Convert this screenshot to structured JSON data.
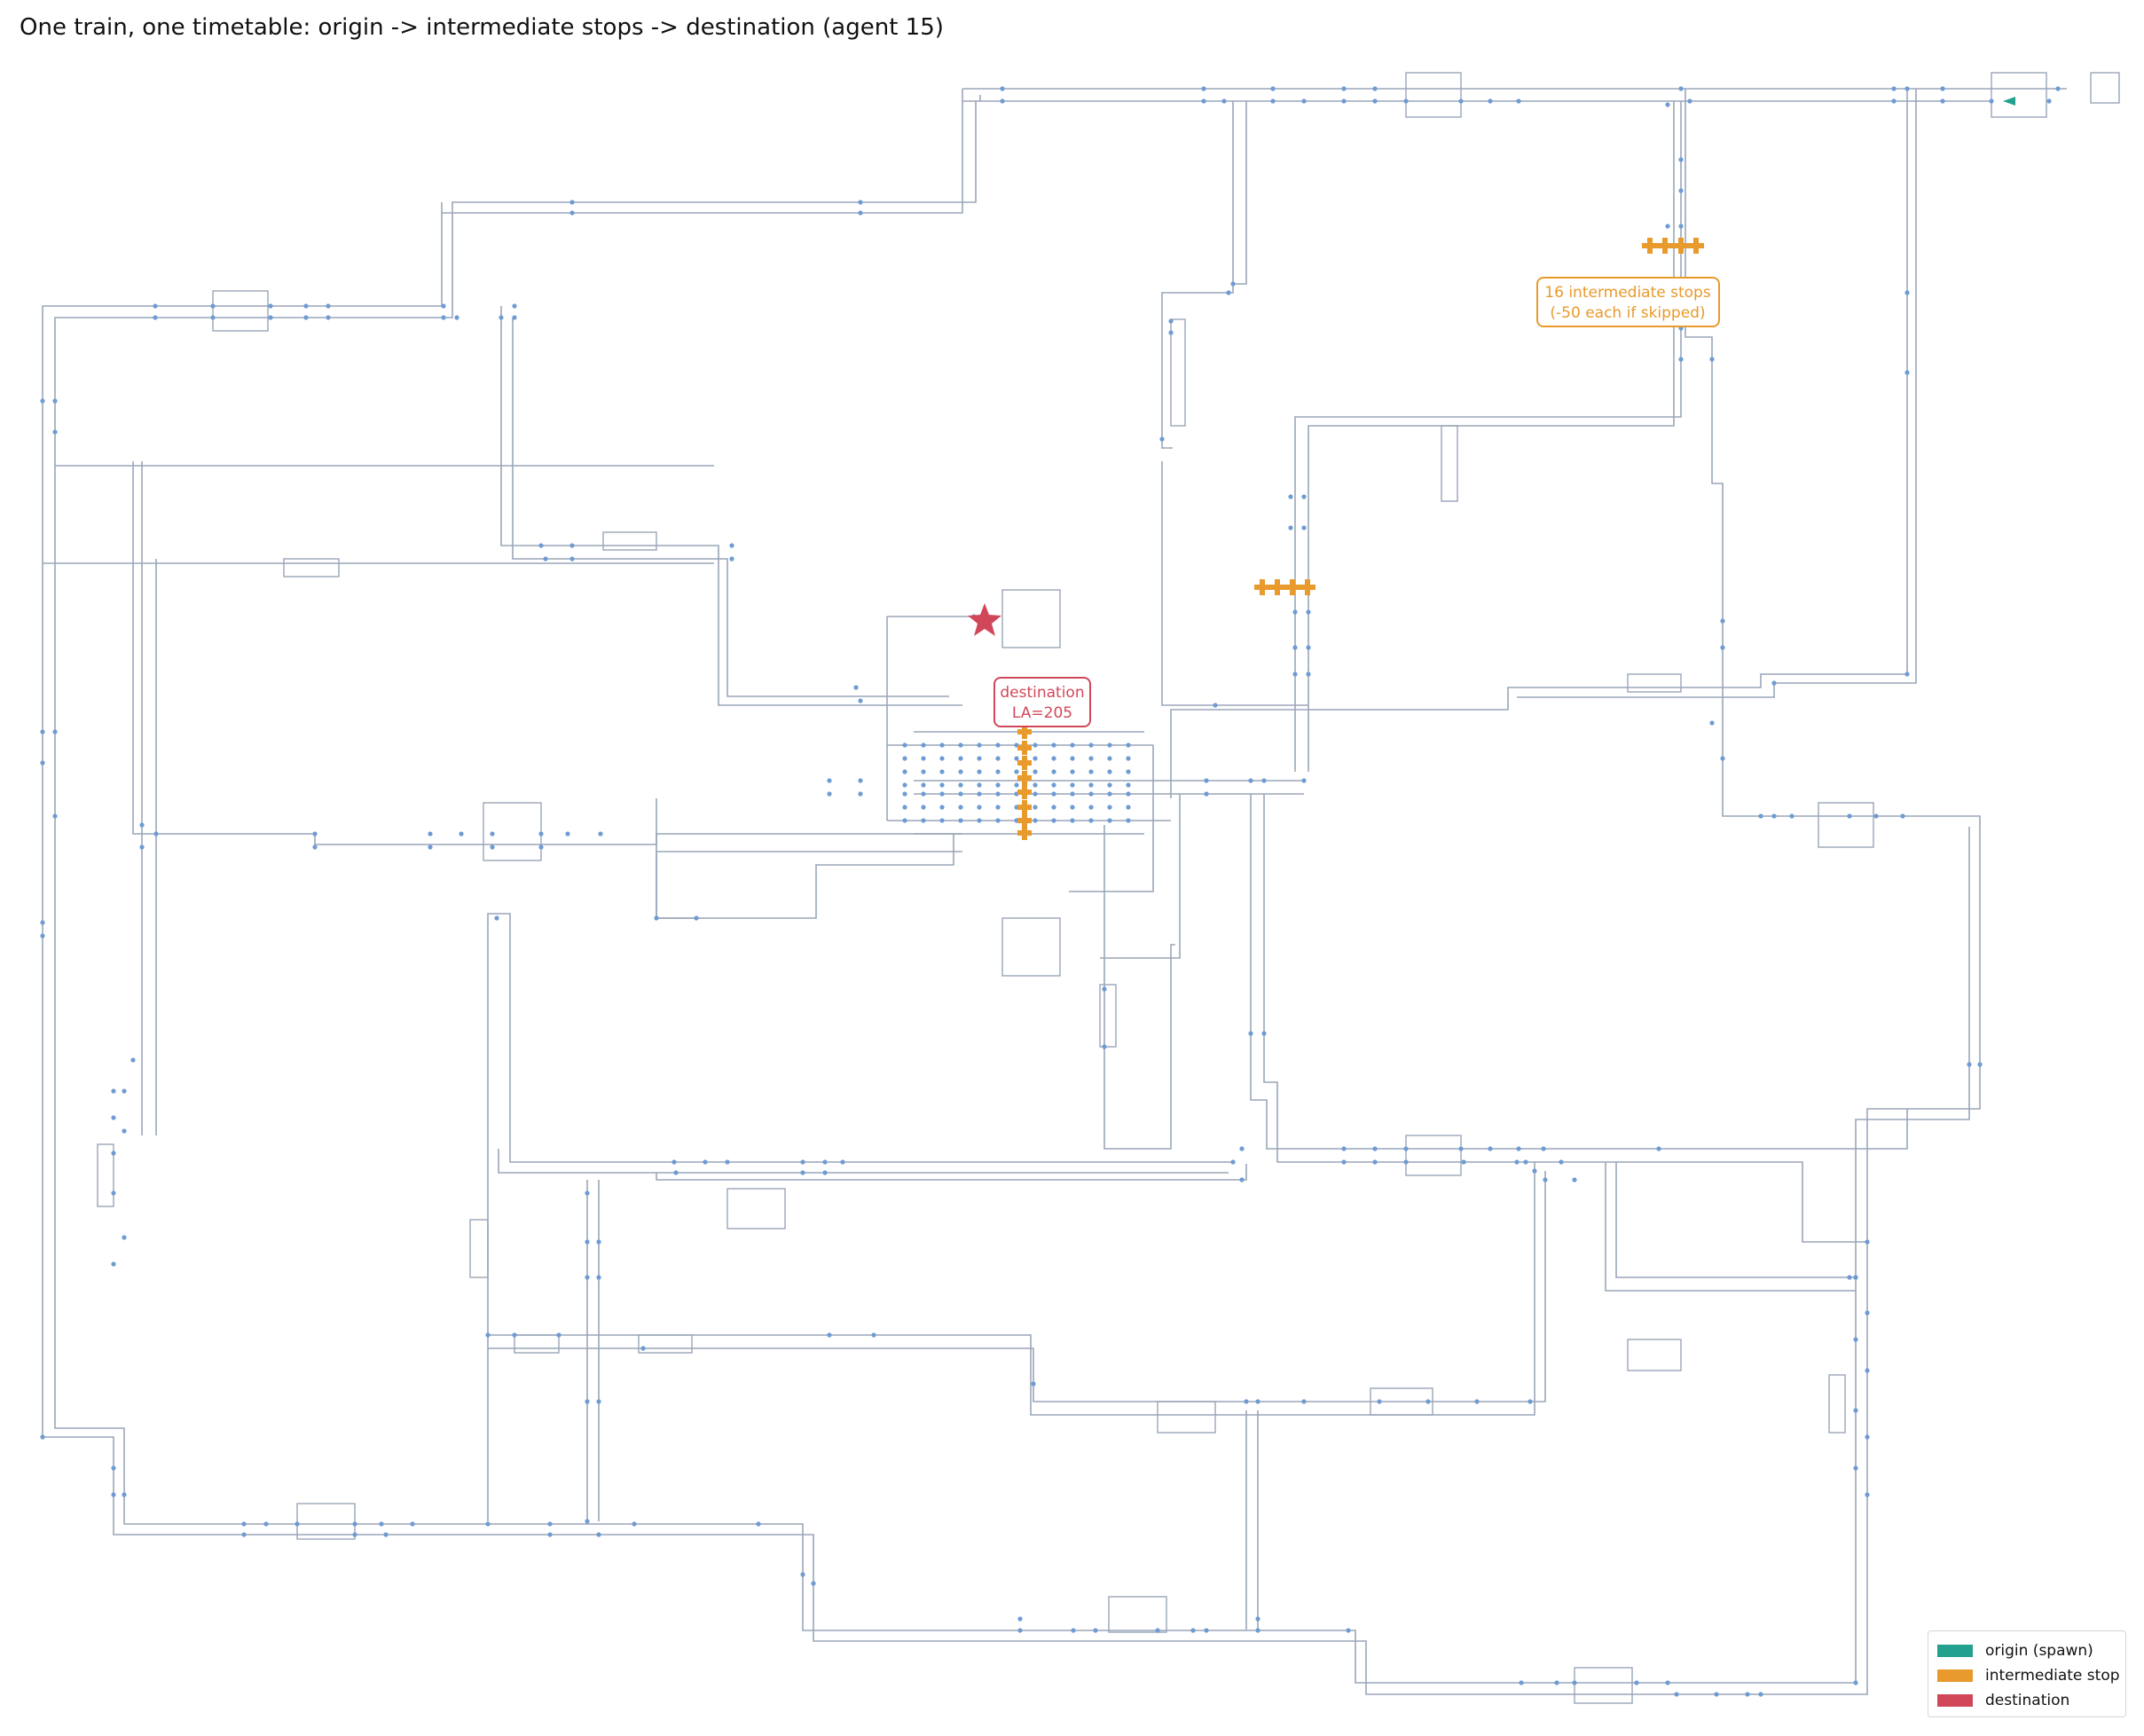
{
  "title": "One train, one timetable: origin -> intermediate stops -> destination (agent 15)",
  "colors": {
    "origin": "#23a08e",
    "intermediate": "#e89a2c",
    "destination": "#d0475a",
    "track": "#9aa6b8",
    "node": "#6e9bd3"
  },
  "callouts": {
    "stops_line1": "16 intermediate stops",
    "stops_line2": "(-50 each if skipped)",
    "dest_line1": "destination",
    "dest_line2": "LA=205"
  },
  "legend": {
    "origin": "origin (spawn)",
    "intermediate": "intermediate stop",
    "destination": "destination"
  }
}
